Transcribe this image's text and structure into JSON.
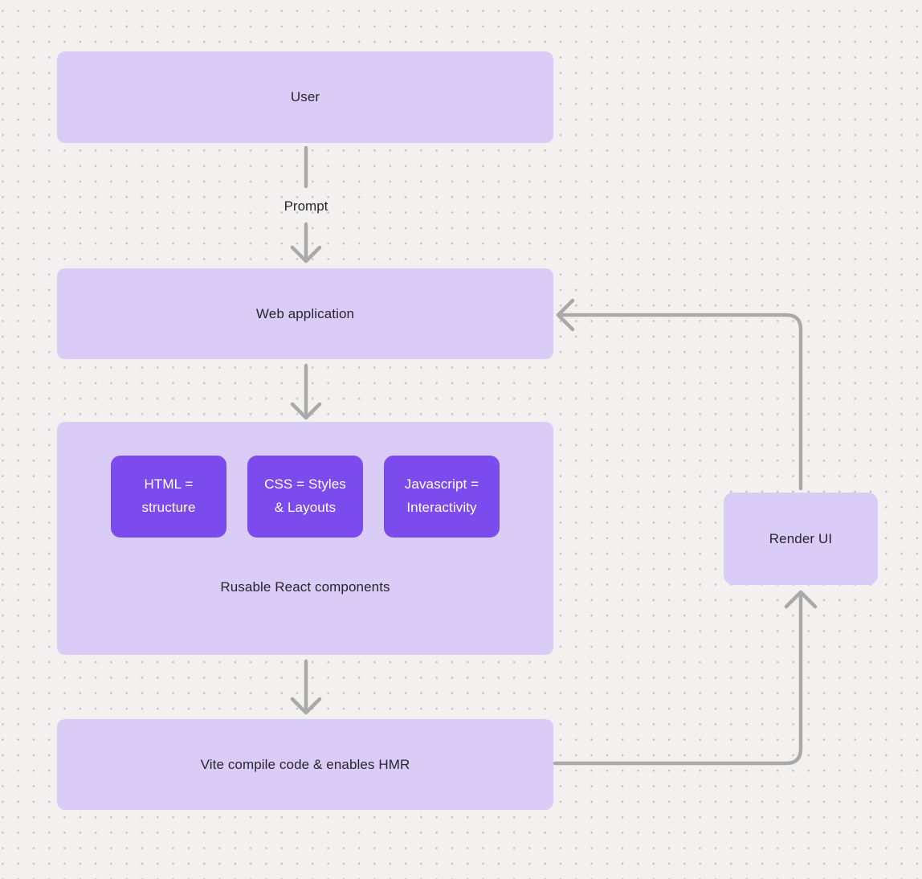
{
  "diagram": {
    "background": {
      "pattern": "dot-grid",
      "color": "#f2f1f0",
      "dot_color": "#c3c2c1"
    },
    "palette": {
      "node_fill": "#d9ccf7",
      "chip_fill": "#7c4bee",
      "chip_text_color": "#ffffff",
      "node_text_color": "#27262f",
      "connector_color": "#a9a9a9"
    },
    "nodes": {
      "user": {
        "label": "User"
      },
      "web_application": {
        "label": "Web application"
      },
      "components_group": {
        "label": "Rusable React components",
        "chips": [
          {
            "label": "HTML =\nstructure"
          },
          {
            "label": "CSS = Styles\n& Layouts"
          },
          {
            "label": "Javascript =\nInteractivity"
          }
        ]
      },
      "vite": {
        "label": "Vite compile code & enables HMR"
      },
      "render_ui": {
        "label": "Render UI"
      }
    },
    "edges": {
      "prompt_label": "Prompt"
    }
  }
}
